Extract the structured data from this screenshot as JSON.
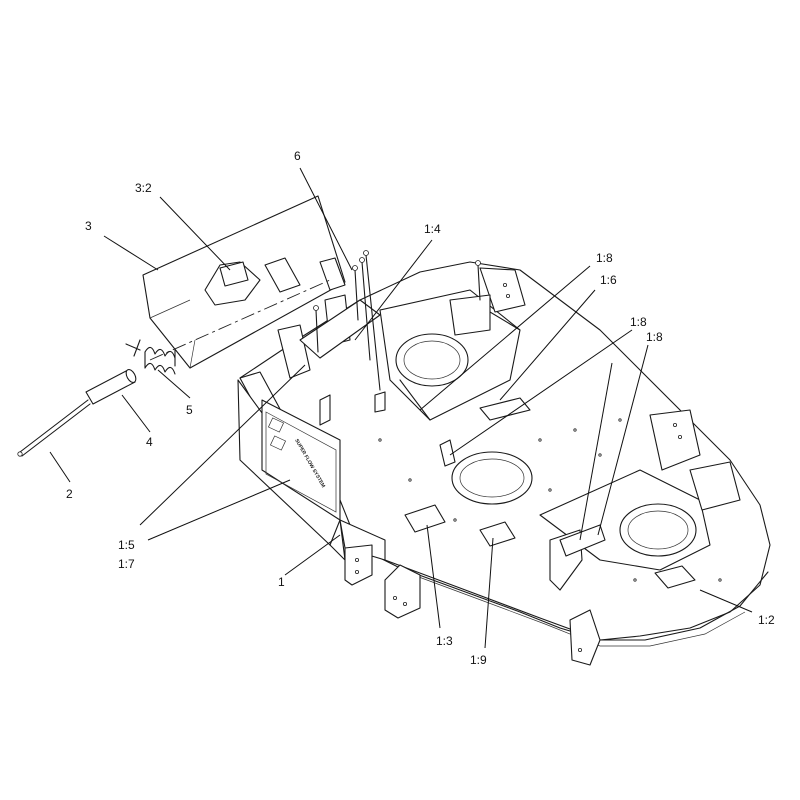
{
  "callouts": [
    {
      "id": "1",
      "label": "1"
    },
    {
      "id": "1-2",
      "label": "1:2"
    },
    {
      "id": "1-3",
      "label": "1:3"
    },
    {
      "id": "1-4",
      "label": "1:4"
    },
    {
      "id": "1-5",
      "label": "1:5"
    },
    {
      "id": "1-6",
      "label": "1:6"
    },
    {
      "id": "1-7",
      "label": "1:7"
    },
    {
      "id": "1-8a",
      "label": "1:8"
    },
    {
      "id": "1-8b",
      "label": "1:8"
    },
    {
      "id": "1-8c",
      "label": "1:8"
    },
    {
      "id": "1-9",
      "label": "1:9"
    },
    {
      "id": "2",
      "label": "2"
    },
    {
      "id": "3",
      "label": "3"
    },
    {
      "id": "3-2",
      "label": "3:2"
    },
    {
      "id": "4",
      "label": "4"
    },
    {
      "id": "5",
      "label": "5"
    },
    {
      "id": "6",
      "label": "6"
    }
  ],
  "deck_decal_text": "SUPER FLOW SYSTEM"
}
